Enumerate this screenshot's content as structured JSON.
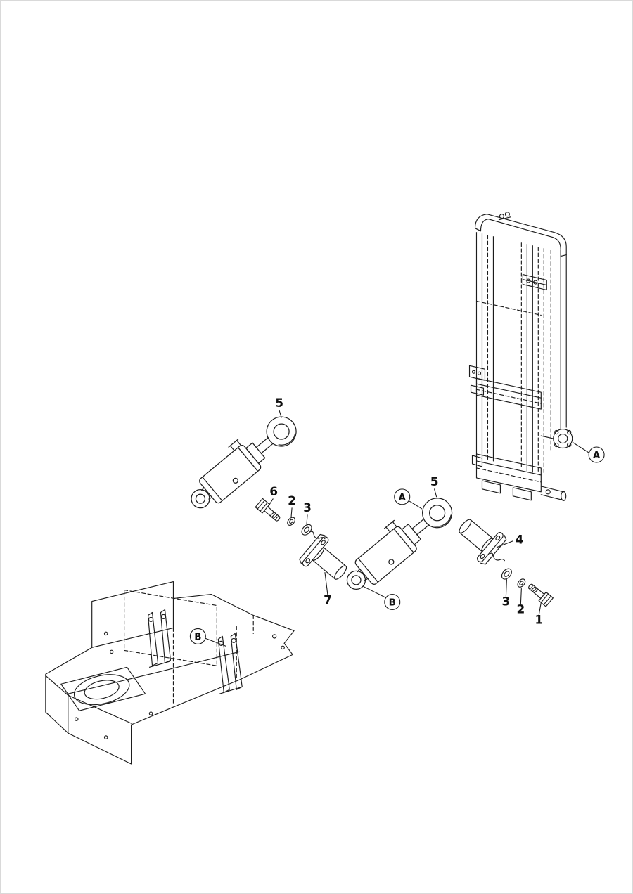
{
  "page": {
    "background_color": "#ffffff",
    "line_color": "#1c1c1c",
    "label_color": "#111111"
  },
  "callouts": {
    "n5_left": "5",
    "n6": "6",
    "n2_upper": "2",
    "n3_upper": "3",
    "n5_center": "5",
    "a_center": "A",
    "n4": "4",
    "n7": "7",
    "b_center": "B",
    "n3_lower": "3",
    "n2_lower": "2",
    "n1": "1",
    "a_mast": "A",
    "b_chassis": "B"
  }
}
